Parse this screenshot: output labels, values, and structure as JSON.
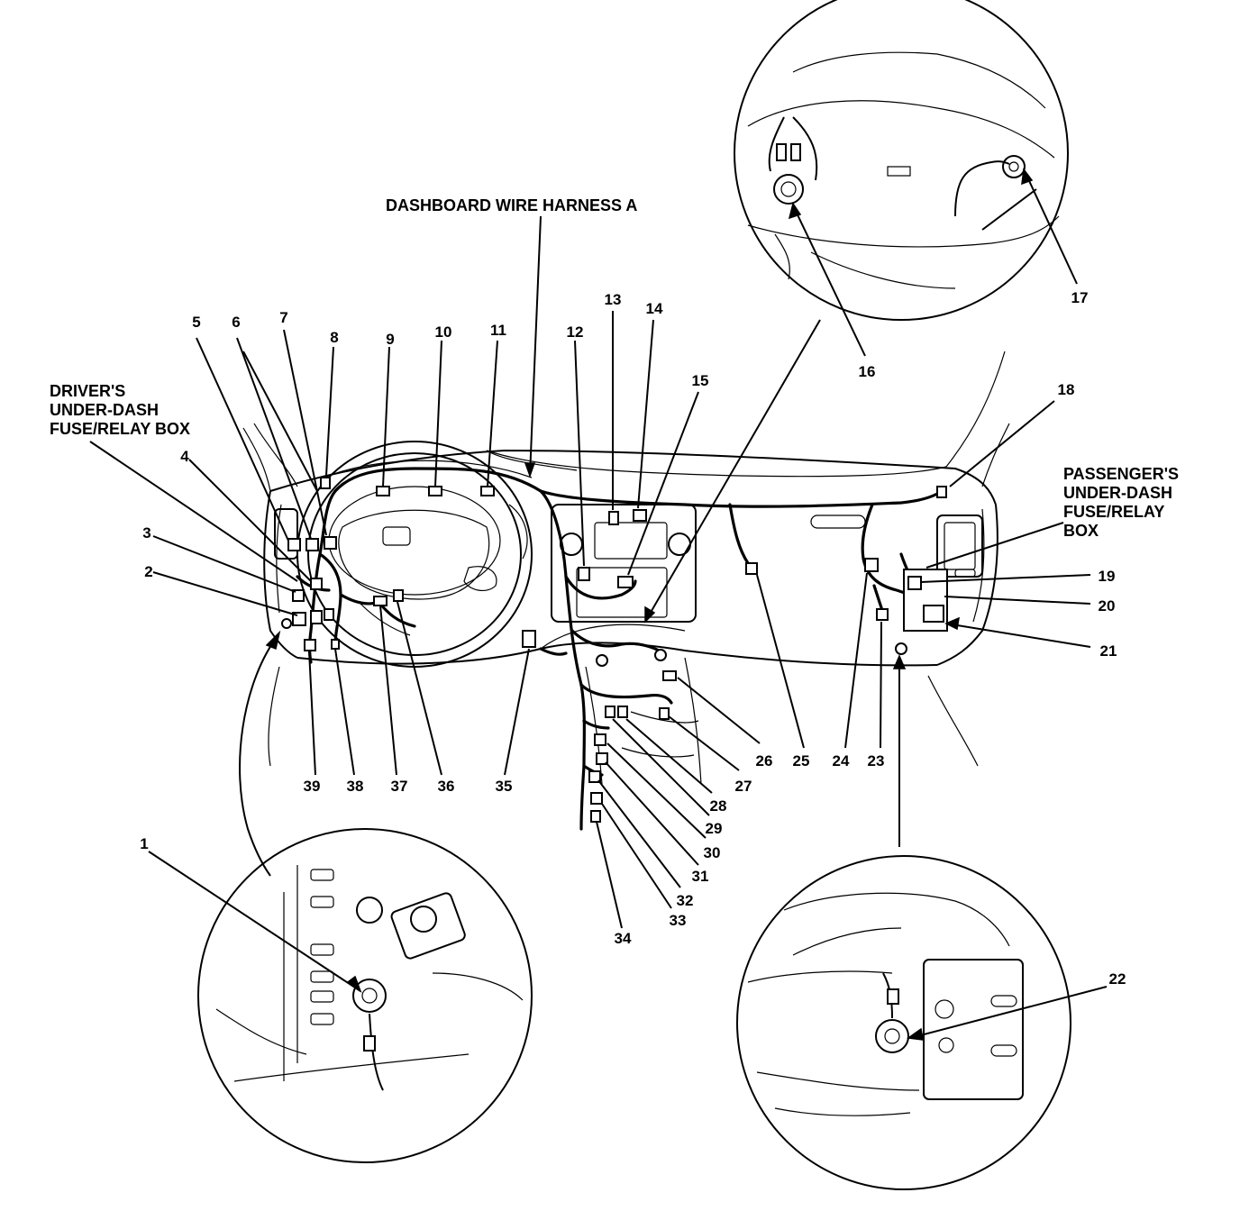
{
  "title": "DASHBOARD WIRE HARNESS A",
  "labels": {
    "drivers_box": [
      "DRIVER'S",
      "UNDER-DASH",
      "FUSE/RELAY BOX"
    ],
    "passengers_box": [
      "PASSENGER'S",
      "UNDER-DASH",
      "FUSE/RELAY",
      "BOX"
    ]
  },
  "callouts": {
    "n1": "1",
    "n2": "2",
    "n3": "3",
    "n4": "4",
    "n5": "5",
    "n6": "6",
    "n7": "7",
    "n8": "8",
    "n9": "9",
    "n10": "10",
    "n11": "11",
    "n12": "12",
    "n13": "13",
    "n14": "14",
    "n15": "15",
    "n16": "16",
    "n17": "17",
    "n18": "18",
    "n19": "19",
    "n20": "20",
    "n21": "21",
    "n22": "22",
    "n23": "23",
    "n24": "24",
    "n25": "25",
    "n26": "26",
    "n27": "27",
    "n28": "28",
    "n29": "29",
    "n30": "30",
    "n31": "31",
    "n32": "32",
    "n33": "33",
    "n34": "34",
    "n35": "35",
    "n36": "36",
    "n37": "37",
    "n38": "38",
    "n39": "39"
  }
}
